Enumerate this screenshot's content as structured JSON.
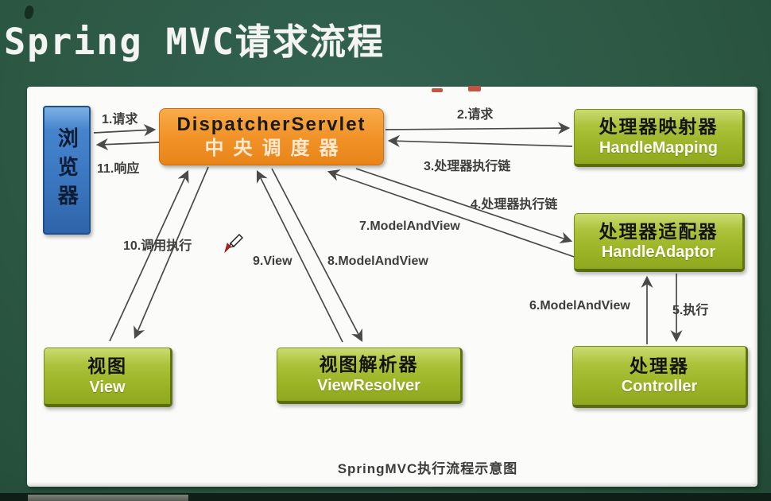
{
  "title": "Spring MVC请求流程",
  "caption": "SpringMVC执行流程示意图",
  "nodes": {
    "browser": {
      "zh": "浏览器"
    },
    "dispatcher": {
      "en": "DispatcherServlet",
      "zh": "中央调度器"
    },
    "handler_mapping": {
      "zh": "处理器映射器",
      "en": "HandleMapping"
    },
    "handler_adaptor": {
      "zh": "处理器适配器",
      "en": "HandleAdaptor"
    },
    "controller": {
      "zh": "处理器",
      "en": "Controller"
    },
    "view_resolver": {
      "zh": "视图解析器",
      "en": "ViewResolver"
    },
    "view": {
      "zh": "视图",
      "en": "View"
    }
  },
  "edges": {
    "e1": "1.请求",
    "e2": "2.请求",
    "e3": "3.处理器执行链",
    "e4": "4.处理器执行链",
    "e5": "5.执行",
    "e6": "6.ModelAndView",
    "e7": "7.ModelAndView",
    "e8": "8.ModelAndView",
    "e9": "9.View",
    "e10": "10.调用执行",
    "e11": "11.响应"
  },
  "colors": {
    "background_green": "#2d5945",
    "panel_white": "#fbfbf9",
    "node_green": "#9ab224",
    "node_orange": "#f09126",
    "node_blue": "#3a76bf",
    "arrow_gray": "#4a4a4a",
    "label_gray": "#3e3e3e",
    "red_mark": "#c35540"
  }
}
